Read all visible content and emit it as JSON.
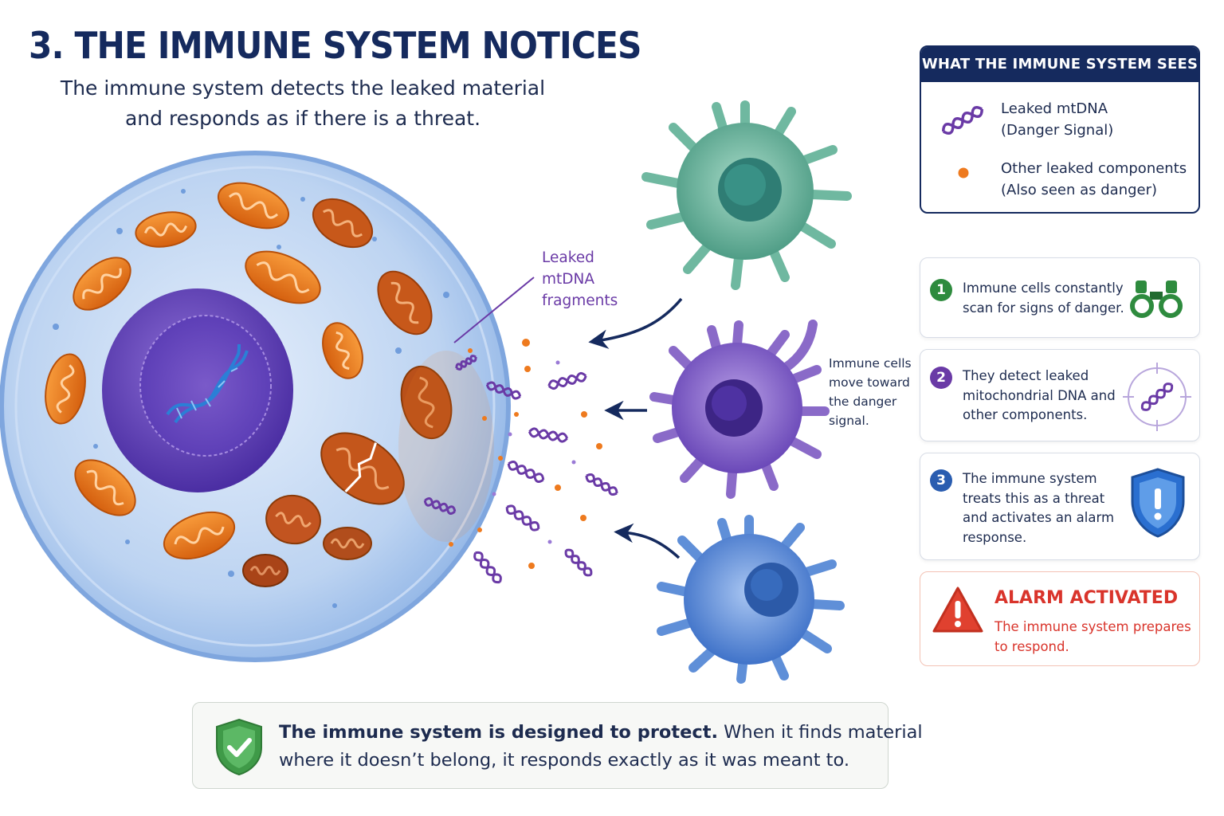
{
  "title": "3. THE IMMUNE SYSTEM NOTICES",
  "subtitle": {
    "line1": "The immune system detects the leaked material",
    "line2": "and responds as if there is a threat."
  },
  "callout": {
    "line1": "Leaked",
    "line2": "mtDNA",
    "line3": "fragments"
  },
  "move_label": {
    "line1": "Immune cells",
    "line2": "move toward",
    "line3": "the danger",
    "line4": "signal."
  },
  "legend": {
    "heading": "WHAT THE IMMUNE SYSTEM SEES",
    "items": [
      {
        "line1": "Leaked mtDNA",
        "line2": "(Danger Signal)",
        "icon": "dna-icon"
      },
      {
        "line1": "Other leaked components",
        "line2": "(Also seen as danger)",
        "icon": "orange-dot-icon"
      }
    ]
  },
  "steps": [
    {
      "number": "1",
      "line1": "Immune cells constantly",
      "line2": "scan for signs of danger.",
      "icon": "binoculars-icon",
      "color": "#2e8b3e"
    },
    {
      "number": "2",
      "line1": "They detect leaked",
      "line2": "mitochondrial DNA and",
      "line3": "other components.",
      "icon": "target-dna-icon",
      "color": "#6a3aa6"
    },
    {
      "number": "3",
      "line1": "The immune system",
      "line2": "treats this as a threat",
      "line3": "and activates an alarm",
      "line4": "response.",
      "icon": "shield-alert-icon",
      "color": "#2a5db0"
    }
  ],
  "alarm": {
    "heading": "ALARM ACTIVATED",
    "line1": "The immune system prepares",
    "line2": "to respond.",
    "icon": "warning-triangle-icon"
  },
  "bottom": {
    "bold": "The immune system is designed to protect.",
    "rest": " When it finds material",
    "line2": "where it doesn’t belong, it responds exactly as it was meant to.",
    "icon": "check-shield-icon"
  },
  "colors": {
    "navy": "#152a5e",
    "dna_purple": "#6a3aa6",
    "mito_orange": "#ee7a1e",
    "alarm_red": "#d9342b",
    "green_cell": "#6fb8a0",
    "purple_cell": "#8a6ac8",
    "blue_cell": "#5f8fd8"
  }
}
